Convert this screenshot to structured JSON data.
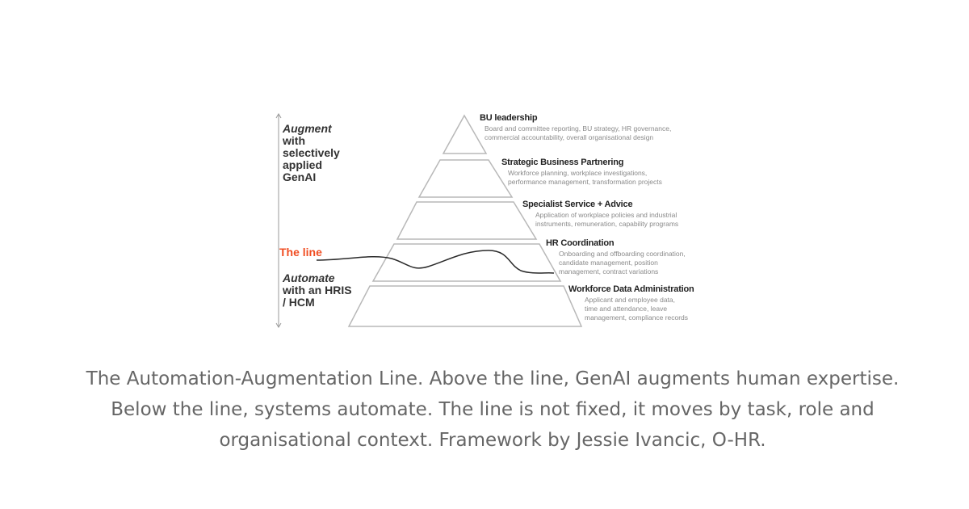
{
  "diagram": {
    "augment": {
      "emphasis": "Augment",
      "rest": "with\nselectively\napplied\nGenAI"
    },
    "line_label": "The line",
    "automate": {
      "emphasis": "Automate",
      "rest": "with an HRIS\n/ HCM"
    },
    "tiers": [
      {
        "title": "BU  leadership",
        "description": "Board and committee reporting, BU strategy, HR governance,\ncommercial accountability, overall organisational design"
      },
      {
        "title": "Strategic Business Partnering",
        "description": "Workforce planning, workplace investigations,\nperformance management, transformation projects"
      },
      {
        "title": "Specialist Service + Advice",
        "description": "Application of workplace policies and industrial\ninstruments, remuneration, capability programs"
      },
      {
        "title": "HR Coordination",
        "description": "Onboarding and offboarding coordination,\ncandidate management, position\nmanagement, contract variations"
      },
      {
        "title": "Workforce Data Administration",
        "description": "Applicant and employee data,\ntime and attendance, leave\nmanagement, compliance records"
      }
    ],
    "colors": {
      "line": "#f04e23",
      "pyramid_stroke": "#b8b8b8",
      "text": "#333333"
    }
  },
  "caption": "The Automation-Augmentation Line. Above the line, GenAI augments human expertise.\nBelow the line, systems automate. The line is not fixed, it moves by task, role and\norganisational context. Framework by Jessie Ivancic, O-HR."
}
